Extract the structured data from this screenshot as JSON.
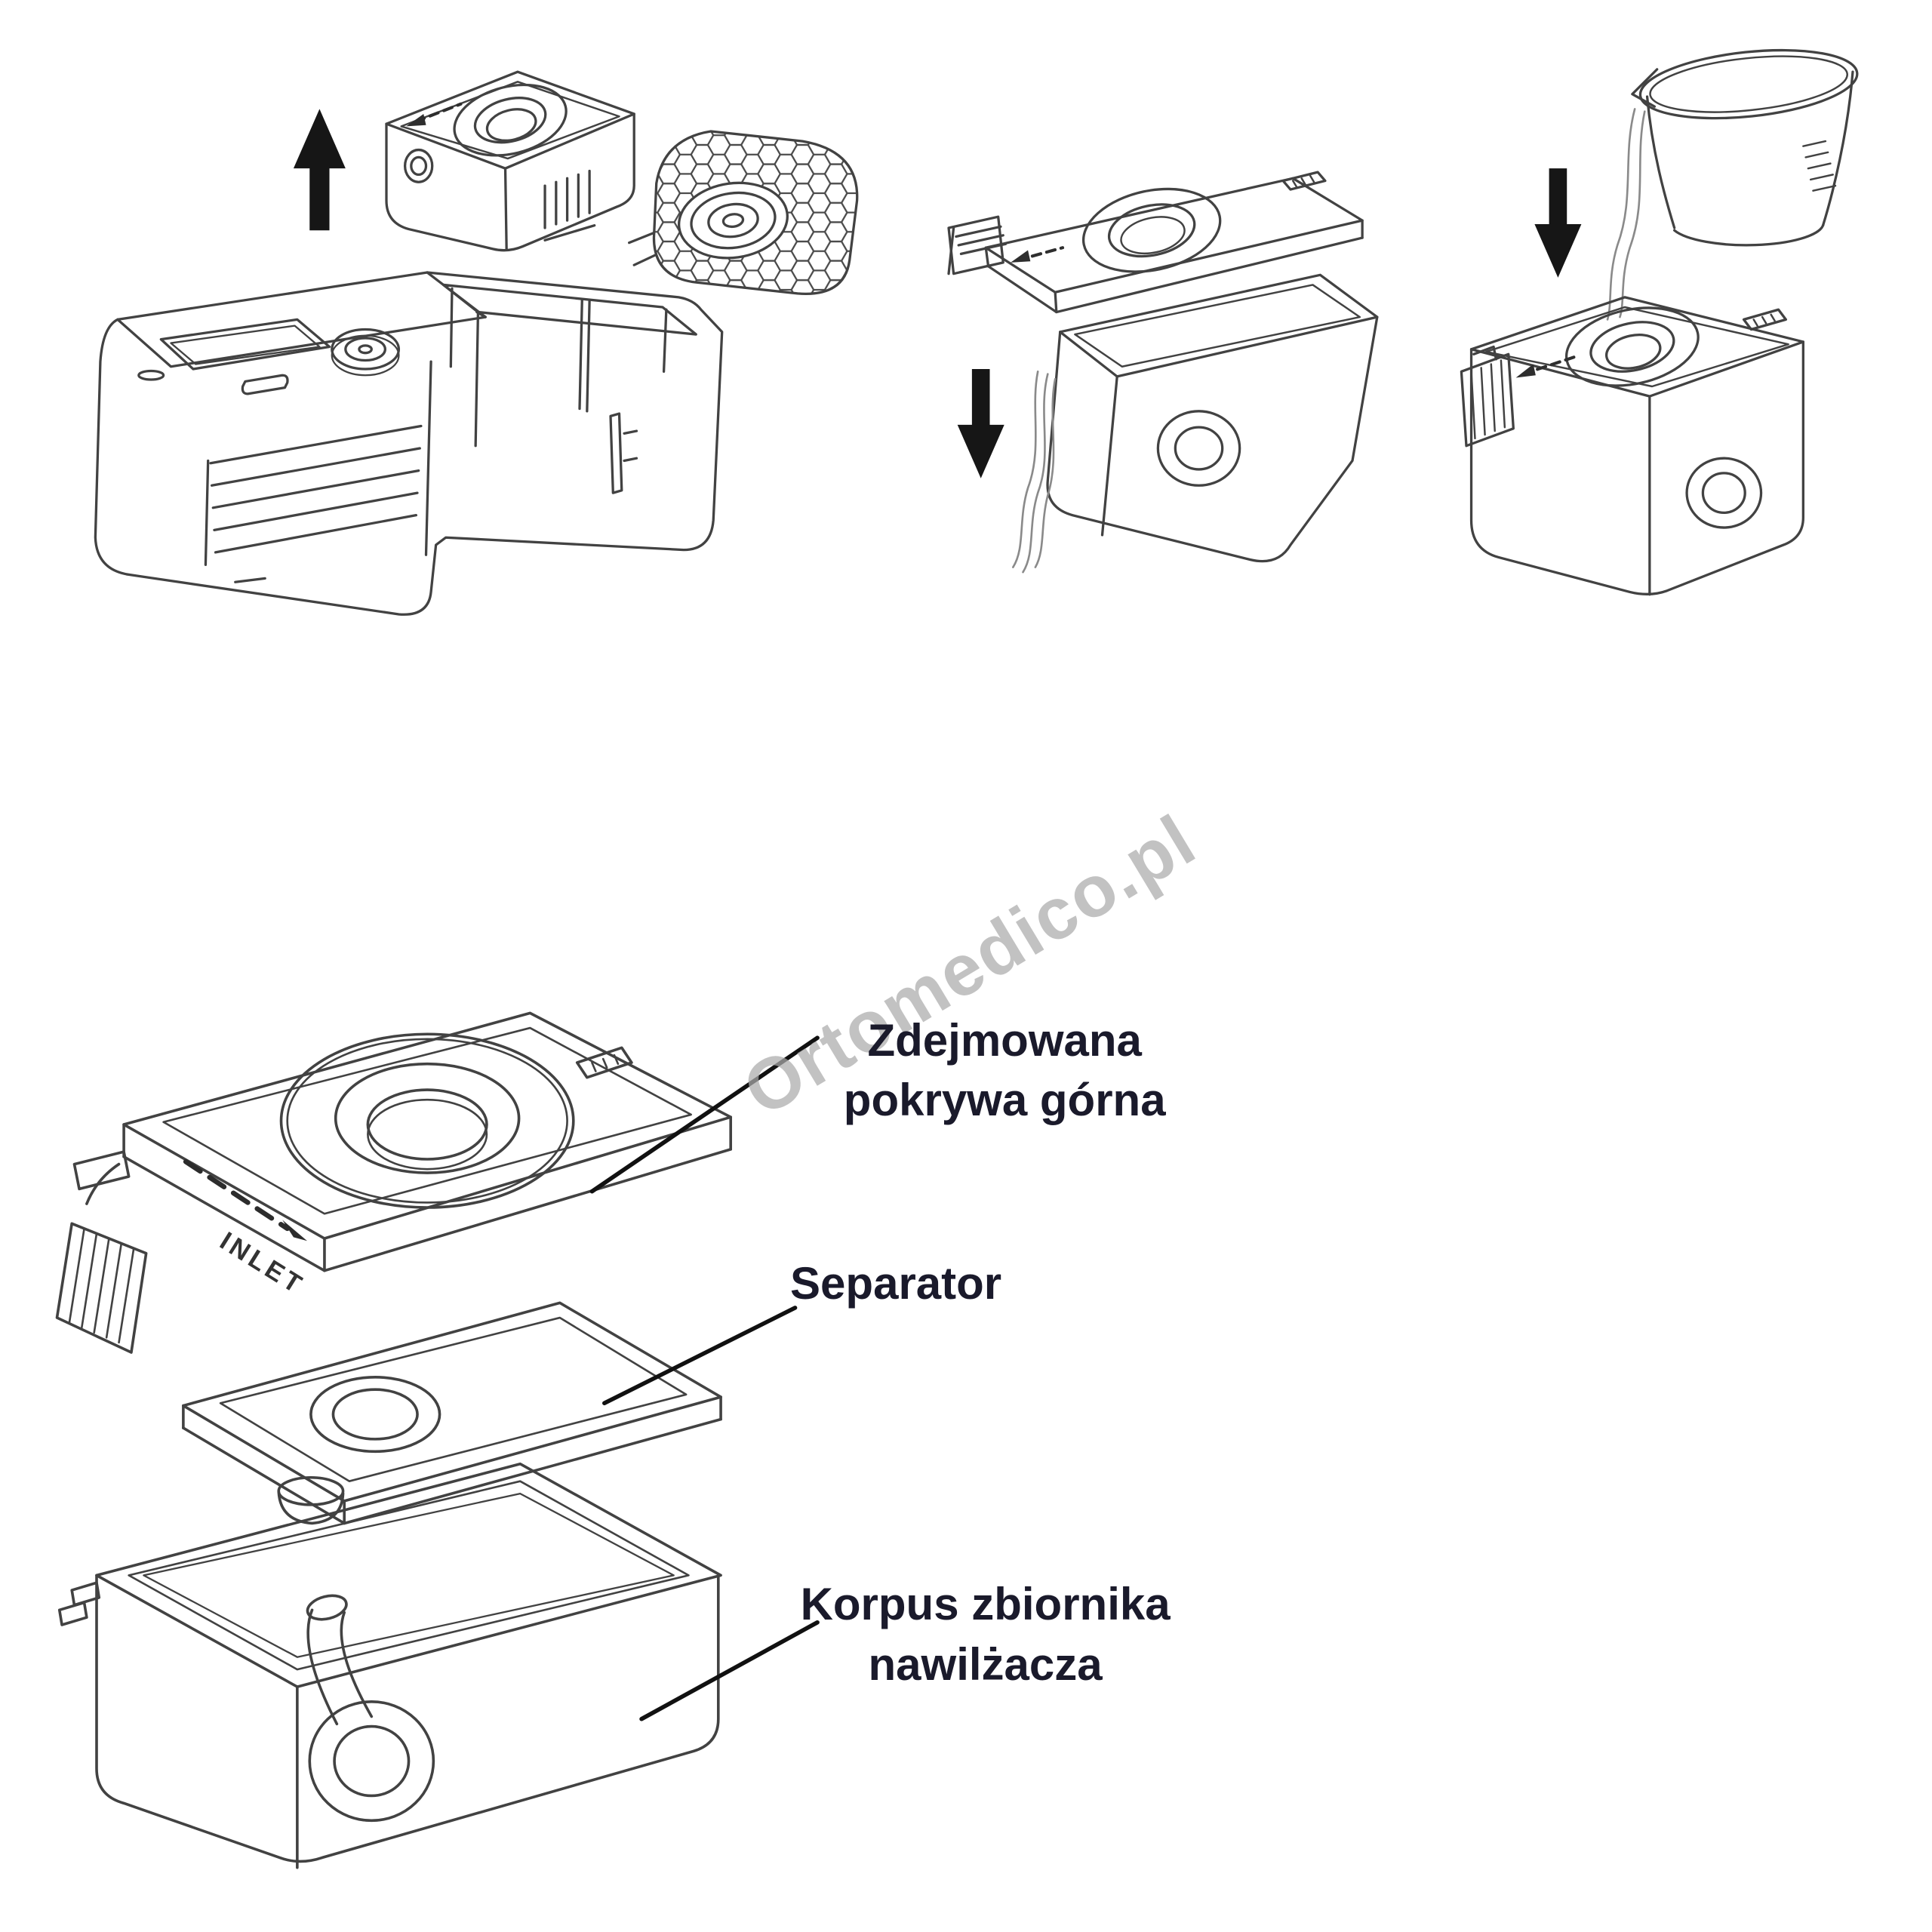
{
  "page": {
    "background": "#ffffff",
    "watermark_text": "Ortomedico.pl"
  },
  "diagram": {
    "type": "instructional-line-diagram",
    "inlet_marking": "INLET",
    "labels": {
      "top_cover": "Zdejmowana pokrywa górna",
      "separator": "Separator",
      "tank_body": "Korpus zbiornika nawilżacza"
    },
    "icons": {
      "step1_arrow": "arrow-up",
      "step2_arrow": "arrow-down",
      "step3_arrow": "arrow-down"
    },
    "colors": {
      "line": "#424242",
      "arrow_fill": "#161616",
      "leader_line": "#111111",
      "label_text": "#1a1a2b",
      "watermark": "#ababab",
      "water": "#8a8a8a"
    }
  }
}
